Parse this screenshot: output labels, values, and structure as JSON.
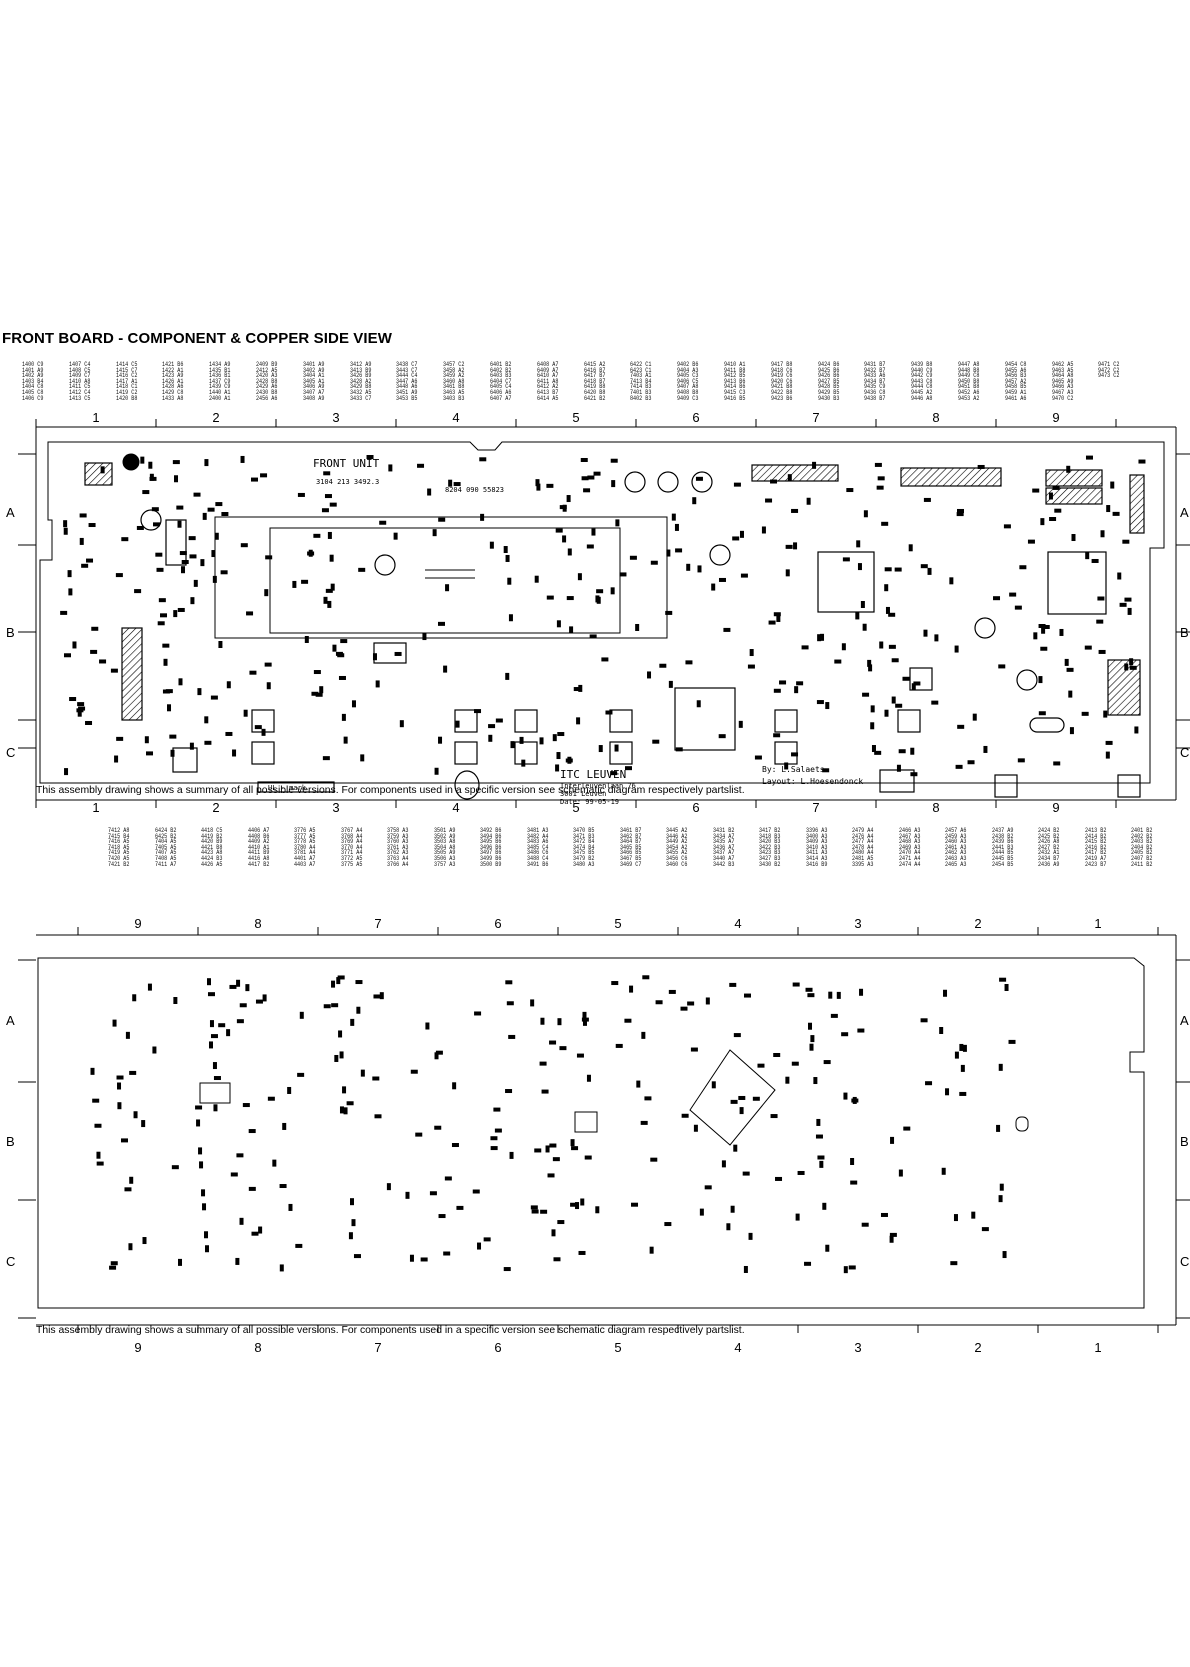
{
  "title": "FRONT BOARD - COMPONENT & COPPER SIDE VIEW",
  "note": "This assembly drawing shows a summary of all possible versions. For components used in a specific version see schematic diagram respectively partslist.",
  "component_view": {
    "col_labels": [
      "1",
      "2",
      "3",
      "4",
      "5",
      "6",
      "7",
      "8",
      "9"
    ],
    "row_labels": [
      "A",
      "B",
      "C"
    ],
    "unit_name": "FRONT UNIT",
    "unit_code": "3104 213 3492.3",
    "board_code": "8204 090 55823",
    "itc": "ITC LEUVEN",
    "address1": "Interleuvenlaan 76",
    "address2": "3001 Leuven",
    "date": "Date: 99-05-19",
    "by": "By: L.Salaets",
    "layout": "Layout: L.Hoesendonck",
    "ul_mark": "UL - mark",
    "legend_cols": [
      "1400 C9\n1401 A9\n1402 A9\n1403 B4\n1404 C8\n1405 C8\n1406 C9",
      "1407 C4\n1408 C5\n1409 C7\n1410 A8\n1411 C5\n1412 C4\n1413 C5",
      "1414 C5\n1415 C7\n1416 C2\n1417 A1\n1418 C1\n1419 C2\n1420 B8",
      "1421 B6\n1422 A1\n1423 A9\n1426 A1\n1428 A6\n1429 C8\n1433 A8",
      "1434 A9\n1435 B1\n1436 B1\n1437 C9\n1439 C9\n1440 A1\n2400 A1",
      "2409 B9\n2412 A5\n2420 A3\n2428 B8\n2429 A6\n2430 B8\n2456 A6",
      "3401 A9\n3402 A9\n3404 A1\n3405 A1\n3406 A9\n3407 A7\n3408 A9",
      "3412 A9\n3413 B9\n3426 B9\n3428 A2\n3429 B8\n3432 A5\n3433 C7",
      "3438 C7\n3443 C7\n3444 C4\n3447 A6\n3448 A6\n3451 A9\n3453 B5",
      "3457 C2\n3458 A2\n3459 A2\n3460 A8\n3461 B8\n3463 A5\n3403 B3",
      "6401 B2\n6402 B2\n6403 B3\n6404 C7\n6405 C4\n6406 A6\n6407 A7",
      "6408 A7\n6409 A7\n6410 A7\n6411 A8\n6412 A2\n6413 B7\n6414 A5",
      "6415 A2\n6416 B7\n6417 B7\n6418 B7\n6419 B8\n6420 B8\n6421 B2",
      "6422 C1\n6423 C1\n7403 A1\n7413 B4\n7414 B3\n7401 B3\n8402 B3",
      "9402 B6\n9404 A3\n9405 C3\n9406 C5\n9407 A8\n9408 B8\n9409 C3",
      "9410 A1\n9411 B8\n9412 B5\n9413 B6\n9414 B6\n9415 C3\n9416 B5",
      "9417 B8\n9418 C6\n9419 C6\n9420 C6\n9421 B8\n9422 B8\n9423 B6",
      "9424 B6\n9425 B6\n9426 B6\n9427 B5\n9428 B5\n9429 B5\n9430 B3",
      "9431 B7\n9432 B7\n9433 A6\n9434 B7\n9435 C9\n9436 C8\n9438 B7",
      "9439 B8\n9440 C9\n9442 C9\n9443 C8\n9444 C8\n9445 A2\n9446 A8",
      "9447 A8\n9448 B8\n9449 C8\n9450 B8\n9451 B8\n9452 A6\n9453 A2",
      "9454 C8\n9455 A6\n9456 B3\n9457 A2\n9458 B5\n9459 A1\n9461 A6",
      "9462 A5\n9463 A5\n9464 A8\n9465 A9\n9466 A3\n9467 A3\n9470 C2",
      "9471 C2\n9472 C2\n9473 C2"
    ]
  },
  "copper_view": {
    "col_labels": [
      "9",
      "8",
      "7",
      "6",
      "5",
      "4",
      "3",
      "2",
      "1"
    ],
    "row_labels": [
      "A",
      "B",
      "C"
    ],
    "legend_cols": [
      "7412 A8\n7415 B4\n7416 A5\n7418 A5\n7419 A5\n7420 A5\n7421 B2",
      "6424 B2\n6425 B2\n7404 A5\n7405 A5\n7407 A5\n7408 A5\n7411 A7",
      "4418 C5\n4419 B2\n4420 B9\n4421 B8\n4423 A8\n4424 B3\n4426 A5",
      "4406 A7\n4408 B6\n4409 A2\n4410 A1\n4411 B9\n4416 A8\n4417 B2",
      "3776 A5\n3777 A5\n3778 A5\n3780 A4\n3781 A4\n4401 A7\n4403 A7",
      "3767 A4\n3768 A4\n3769 A4\n3770 A4\n3771 A4\n3772 A5\n3775 A5",
      "3758 A3\n3759 A3\n3760 A3\n3761 A3\n3762 A3\n3763 A4\n3766 A4",
      "3501 A9\n3502 A9\n3503 A8\n3504 A8\n3505 A9\n3506 A3\n3757 A3",
      "3492 B6\n3494 B6\n3495 B6\n3496 B6\n3497 B6\n3499 B6\n3500 B9",
      "3481 A3\n3482 A4\n3483 A6\n3485 C4\n3486 C6\n3488 C4\n3491 B6",
      "3470 B5\n3471 B3\n3472 B4\n3474 B4\n3475 B5\n3479 B2\n3480 A3",
      "3461 B7\n3462 B7\n3464 B7\n3465 B5\n3466 B5\n3467 B5\n3469 C7",
      "3445 A2\n3446 A2\n3449 A2\n3454 A2\n3455 A2\n3456 C6\n3460 C6",
      "3431 B2\n3434 A7\n3435 A7\n3436 A7\n3437 A7\n3440 A7\n3442 B3",
      "3417 B2\n3418 B3\n3420 B3\n3422 B3\n3423 B3\n3427 B3\n3430 B2",
      "3396 A3\n3400 A3\n3409 A3\n3410 A3\n3411 A3\n3414 A3\n3416 B9",
      "2479 A4\n2476 A4\n2477 A4\n2478 A4\n2480 A4\n2481 A5\n3395 A3",
      "2466 A3\n2467 A3\n2468 A3\n2469 A3\n2470 A4\n2471 A4\n2474 A4",
      "2457 A6\n2459 A3\n2460 A3\n2461 A3\n2462 A3\n2463 A3\n2465 A3",
      "2437 A9\n2438 B2\n2439 B6\n2441 B3\n2444 B5\n2445 B5\n2454 B5",
      "2424 B2\n2425 B2\n2426 A8\n2427 B2\n2432 A1\n2434 B7\n2436 A9",
      "2413 B2\n2414 B2\n2415 B2\n2416 B2\n2417 B2\n2419 A7\n2423 B7",
      "2401 B2\n2402 B2\n2403 B2\n2404 B2\n2405 B2\n2407 B2\n2411 B2"
    ]
  }
}
